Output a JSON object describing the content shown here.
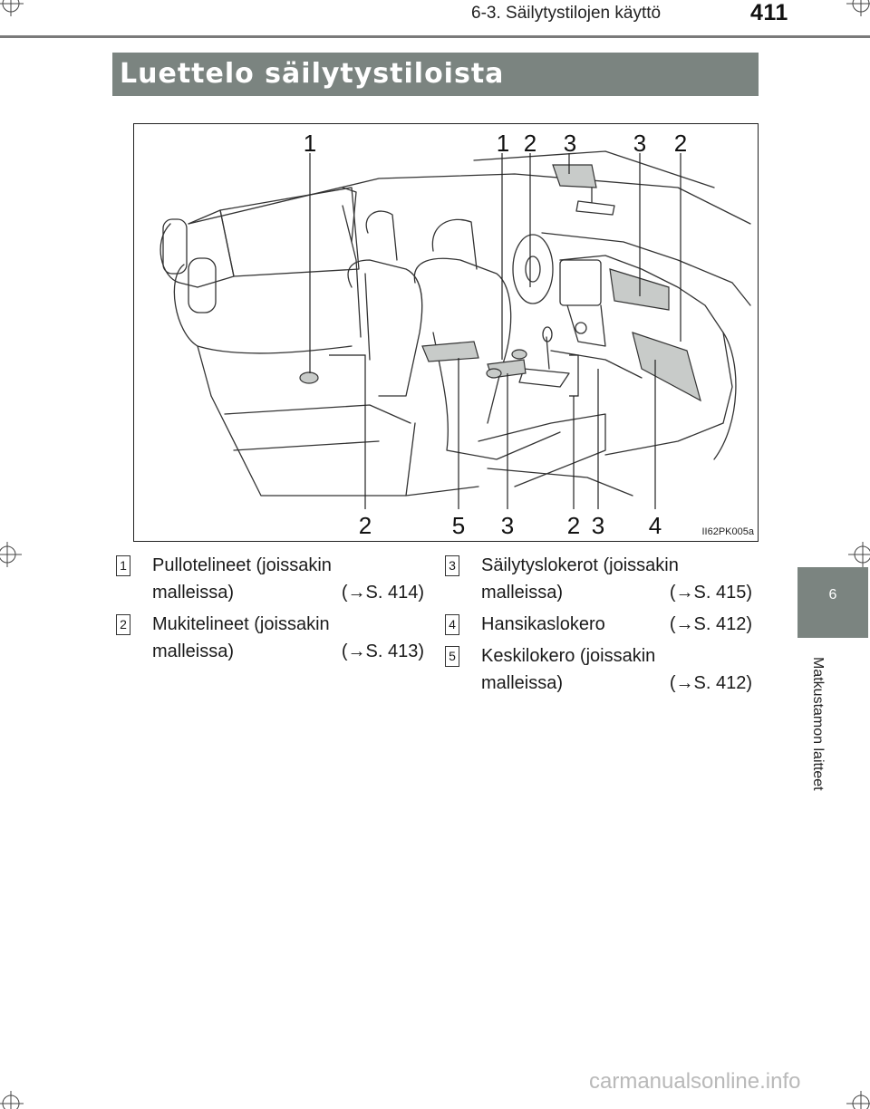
{
  "header": {
    "section": "6-3. Säilytystilojen käyttö",
    "page_number": "411"
  },
  "title": "Luettelo säilytystiloista",
  "figure": {
    "image_id": "II62PK005a",
    "callouts_top": [
      "1",
      "1",
      "2",
      "3",
      "3",
      "2"
    ],
    "callouts_bottom": [
      "2",
      "5",
      "3",
      "2",
      "3",
      "4"
    ]
  },
  "legend": [
    {
      "num": "1",
      "line1": "Pullotelineet (joissakin",
      "line2": "malleissa)",
      "ref": "(→S. 414)"
    },
    {
      "num": "2",
      "line1": "Mukitelineet (joissakin",
      "line2": "malleissa)",
      "ref": "(→S. 413)"
    },
    {
      "num": "3",
      "line1": "Säilytyslokerot (joissakin",
      "line2": "malleissa)",
      "ref": "(→S. 415)"
    },
    {
      "num": "4",
      "line1": "Hansikaslokero",
      "line2": "",
      "ref": "(→S. 412)"
    },
    {
      "num": "5",
      "line1": "Keskilokero (joissakin",
      "line2": "malleissa)",
      "ref": "(→S. 412)"
    }
  ],
  "side_tab": {
    "chapter": "6",
    "label": "Matkustamon laitteet"
  },
  "watermark": "carmanualsonline.info",
  "colors": {
    "title_bar": "#7b8480",
    "storage_highlight": "#c8cbc9"
  }
}
